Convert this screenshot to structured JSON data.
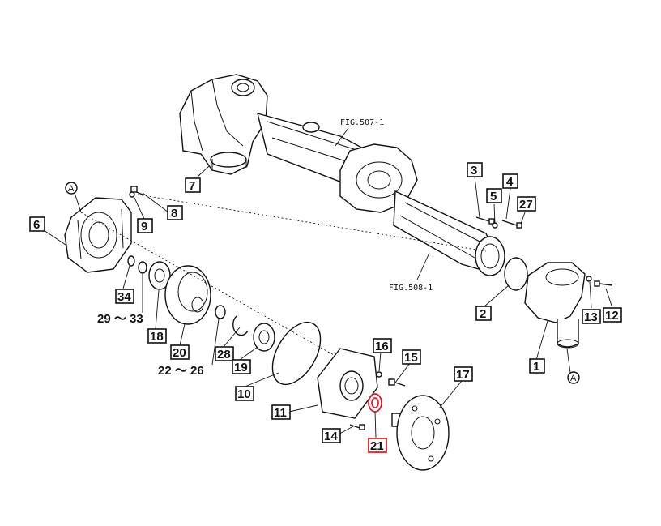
{
  "figure_refs": [
    "FIG.507-1",
    "FIG.508-1"
  ],
  "reference_markers": [
    "A",
    "A"
  ],
  "callouts": [
    "3",
    "5",
    "4",
    "27",
    "7",
    "8",
    "9",
    "6",
    "34",
    "29 ～ 33",
    "18",
    "20",
    "22 ～ 26",
    "28",
    "19",
    "10",
    "11",
    "14",
    "16",
    "15",
    "17",
    "21",
    "2",
    "1",
    "13",
    "12"
  ],
  "highlighted_callout": "21",
  "highlight_color": "#e0202a"
}
